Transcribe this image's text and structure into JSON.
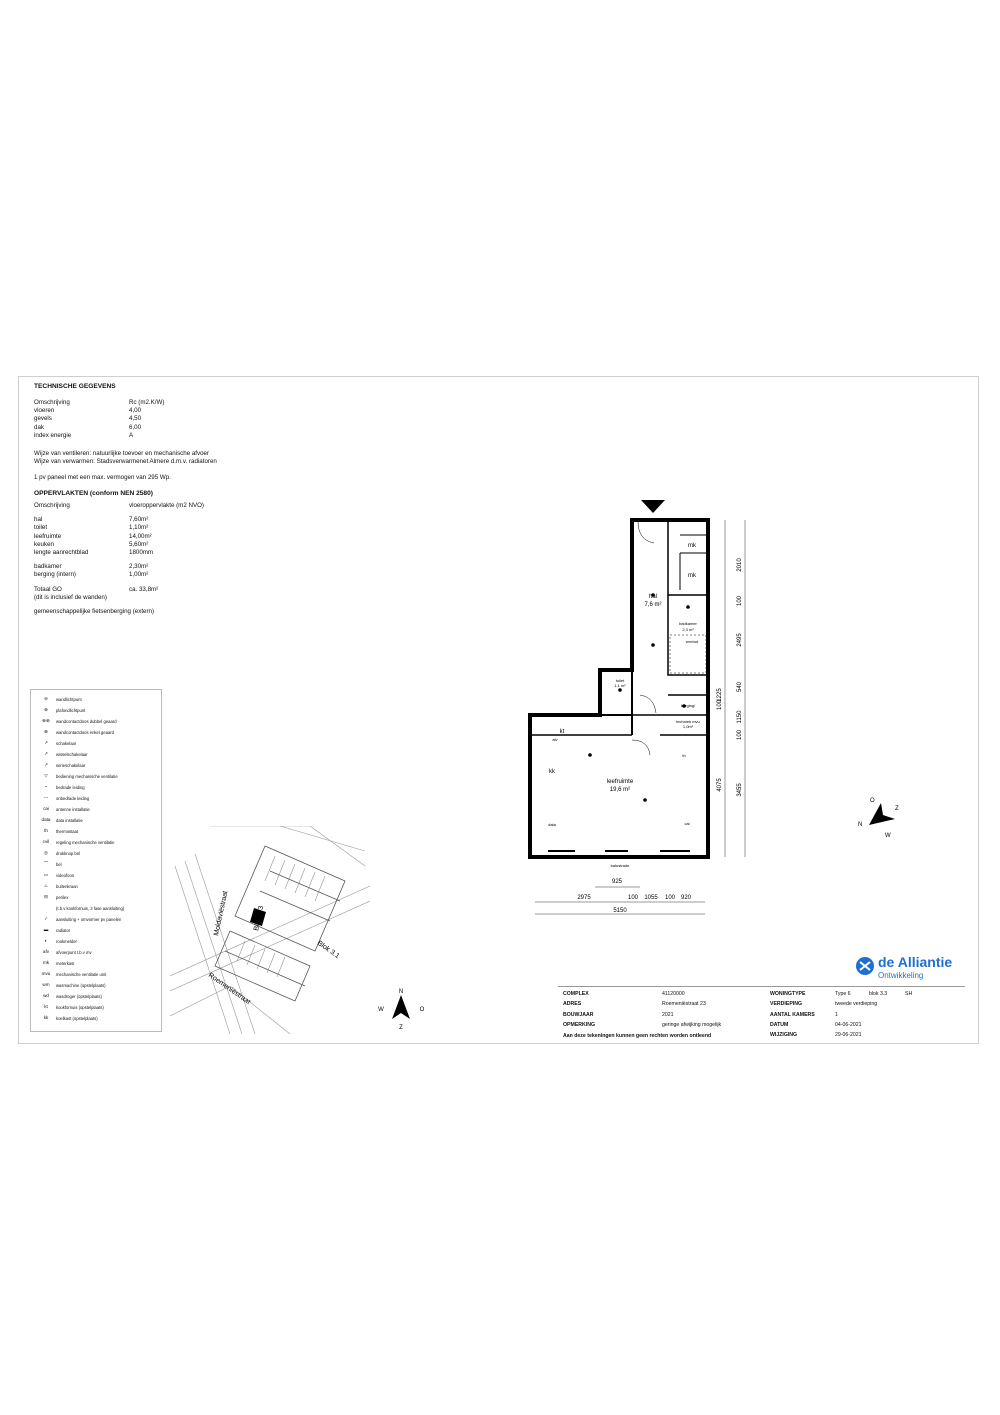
{
  "technical": {
    "heading": "TECHNISCHE GEGEVENS",
    "col1": "Omschrijving",
    "col2": "Rc (m2.K/W)",
    "rows": [
      {
        "label": "vloeren",
        "value": "4,00"
      },
      {
        "label": "gevels",
        "value": "4,50"
      },
      {
        "label": "dak",
        "value": "6,00"
      },
      {
        "label": "index energie",
        "value": "A"
      }
    ],
    "ventilation": "Wijze van ventileren: natuurlijke toevoer en mechanische afvoer",
    "heating": "Wijze van verwarmen: Stadsverwarmenet Almere d.m.v. radiatoren",
    "pv": "1 pv paneel met een max. vermogen van 295 Wp."
  },
  "areas": {
    "heading": "OPPERVLAKTEN (conform NEN 2580)",
    "col1": "Omschrijving",
    "col2": "vloeroppervlakte (m2 NVO)",
    "rows": [
      {
        "label": "hal",
        "value": "7,60m²"
      },
      {
        "label": "toilet",
        "value": "1,10m²"
      },
      {
        "label": "leefruimte",
        "value": "14,00m²"
      },
      {
        "label": "keuken",
        "value": "5,60m²"
      },
      {
        "label": "lengte aanrechtblad",
        "value": "1800mm"
      }
    ],
    "rows2": [
      {
        "label": "badkamer",
        "value": "2,30m²"
      },
      {
        "label": "berging (intern)",
        "value": "1,00m²"
      }
    ],
    "total_label": "Totaal GO",
    "total_value": "ca. 33,8m²",
    "total_note": "(dit is inclusief de wanden)",
    "bike_storage": "gemeenschappelijke fietsenberging (extern)"
  },
  "legend": [
    {
      "sym": "⊖",
      "label": "wandlichtpunt"
    },
    {
      "sym": "⊗",
      "label": "plafondlichtpunt"
    },
    {
      "sym": "⊕⊕",
      "label": "wandcontactdoos dubbel geaard"
    },
    {
      "sym": "⊕",
      "label": "wandcontactdoos enkel geaard"
    },
    {
      "sym": "↗",
      "label": "schakelaar"
    },
    {
      "sym": "↗",
      "label": "wisselschakelaar"
    },
    {
      "sym": "↗",
      "label": "serieschakelaar"
    },
    {
      "sym": "▽",
      "label": "bediening mechanische ventilatie"
    },
    {
      "sym": "~",
      "label": "bedrade leiding"
    },
    {
      "sym": "---",
      "label": "onbedrade leiding"
    },
    {
      "sym": "cai",
      "label": "antenne installatie"
    },
    {
      "sym": "data",
      "label": "data installatie"
    },
    {
      "sym": "th",
      "label": "thermostaat"
    },
    {
      "sym": "cvil",
      "label": "regeling mechanische ventilatie"
    },
    {
      "sym": "◎",
      "label": "drukknop bel"
    },
    {
      "sym": "⌒",
      "label": "bel"
    },
    {
      "sym": "▭",
      "label": "videofoon"
    },
    {
      "sym": "⊥",
      "label": "buitenkraan"
    },
    {
      "sym": "⊟",
      "label": "perilex"
    },
    {
      "sym": "",
      "label": "(t.b.v kookfornuis, 2 fase aansluiting)"
    },
    {
      "sym": "✓",
      "label": "aansluiting + omvormer pv panelen"
    },
    {
      "sym": "▬",
      "label": "radiator"
    },
    {
      "sym": "◐",
      "label": "rookmelder"
    },
    {
      "sym": "afv",
      "label": "afvoerpunt t.b.v mv"
    },
    {
      "sym": "mk",
      "label": "meterkast"
    },
    {
      "sym": "mvu",
      "label": "mechanische ventilatie unit"
    },
    {
      "sym": "wm",
      "label": "wasmachine        (opstelplaats)"
    },
    {
      "sym": "wd",
      "label": "wasdroger          (opstelplaats)"
    },
    {
      "sym": "kt",
      "label": "kookfornuis         (opstelplaats)"
    },
    {
      "sym": "kk",
      "label": "koelkast              (opstelplaats)"
    }
  ],
  "site_plan": {
    "street1": "Moldaviëstraat",
    "street2": "Roemeniëstraat",
    "block1": "Blok 3.3",
    "block2": "Blok 3.1",
    "compass": {
      "n": "N",
      "o": "O",
      "z": "Z",
      "w": "W"
    }
  },
  "floorplan": {
    "rooms": {
      "hal": "hal",
      "hal_area": "7,6 m²",
      "living": "leefruimte",
      "living_area": "19,6 m²",
      "badkamer": "badkamer",
      "badkamer_area": "2,3 m²",
      "toilet": "toilet",
      "toilet_area": "1,1 m²",
      "meter1": "mk",
      "meter2": "mk",
      "storage": "berging/",
      "storage2": "techniek mvu",
      "storage_area": "1,0m²",
      "wm": "wm/wd",
      "kk": "kk",
      "kt": "kt",
      "afv": "afv",
      "data": "data",
      "cai": "cai",
      "balcony": "balustrade",
      "sh": "sh",
      "th": "th"
    },
    "dims_right": [
      "2010",
      "100",
      "2495",
      "540",
      "1225",
      "100",
      "1150",
      "100",
      "4075",
      "3455"
    ],
    "dims_bottom": {
      "d925": "925",
      "d2975": "2975",
      "d100a": "100",
      "d1055": "1055",
      "d100b": "100",
      "d920": "920",
      "d5150": "5150"
    },
    "compass": {
      "n": "N",
      "o": "O",
      "z": "Z",
      "w": "W"
    }
  },
  "brand": {
    "name": "de Alliantie",
    "sub": "Ontwikkeling",
    "color": "#1f6fd1"
  },
  "titleblock": {
    "left": [
      {
        "label": "COMPLEX",
        "value": "41120000"
      },
      {
        "label": "ADRES",
        "value": "Roemeniëstraat 23"
      },
      {
        "label": "BOUWJAAR",
        "value": "2021"
      },
      {
        "label": "OPMERKING",
        "value": "geringe afwijking mogelijk"
      }
    ],
    "disclaimer": "Aan deze tekeningen kunnen geen rechten worden ontleend",
    "right": [
      {
        "label": "WONINGTYPE",
        "value": "Type 6"
      },
      {
        "label": "VERDIEPING",
        "value": "tweede verdieping"
      },
      {
        "label": "AANTAL KAMERS",
        "value": "1"
      },
      {
        "label": "DATUM",
        "value": "04-06-2021"
      },
      {
        "label": "WIJZIGING",
        "value": "29-06-2021"
      }
    ],
    "block": "blok 3.3",
    "code": "SH"
  }
}
